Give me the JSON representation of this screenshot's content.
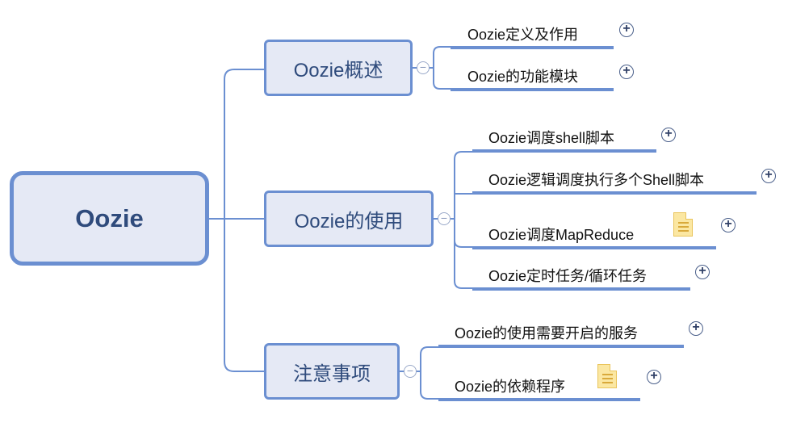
{
  "root": {
    "label": "Oozie"
  },
  "branches": [
    {
      "label": "Oozie概述",
      "toggle": "−",
      "children": [
        {
          "label": "Oozie定义及作用",
          "action": "+"
        },
        {
          "label": "Oozie的功能模块",
          "action": "+"
        }
      ]
    },
    {
      "label": "Oozie的使用",
      "toggle": "−",
      "children": [
        {
          "label": "Oozie调度shell脚本",
          "action": "+"
        },
        {
          "label": "Oozie逻辑调度执行多个Shell脚本",
          "action": "+"
        },
        {
          "label": "Oozie调度MapReduce",
          "action": "+",
          "icon": "note-icon"
        },
        {
          "label": "Oozie定时任务/循环任务",
          "action": "+"
        }
      ]
    },
    {
      "label": "注意事项",
      "toggle": "−",
      "children": [
        {
          "label": "Oozie的使用需要开启的服务",
          "action": "+"
        },
        {
          "label": "Oozie的依赖程序",
          "action": "+",
          "icon": "note-icon"
        }
      ]
    }
  ],
  "colors": {
    "accent": "#6b8fd1",
    "node_fill": "#e5e9f5",
    "node_text": "#2f4b7c",
    "note_fill": "#fbe7a2"
  }
}
